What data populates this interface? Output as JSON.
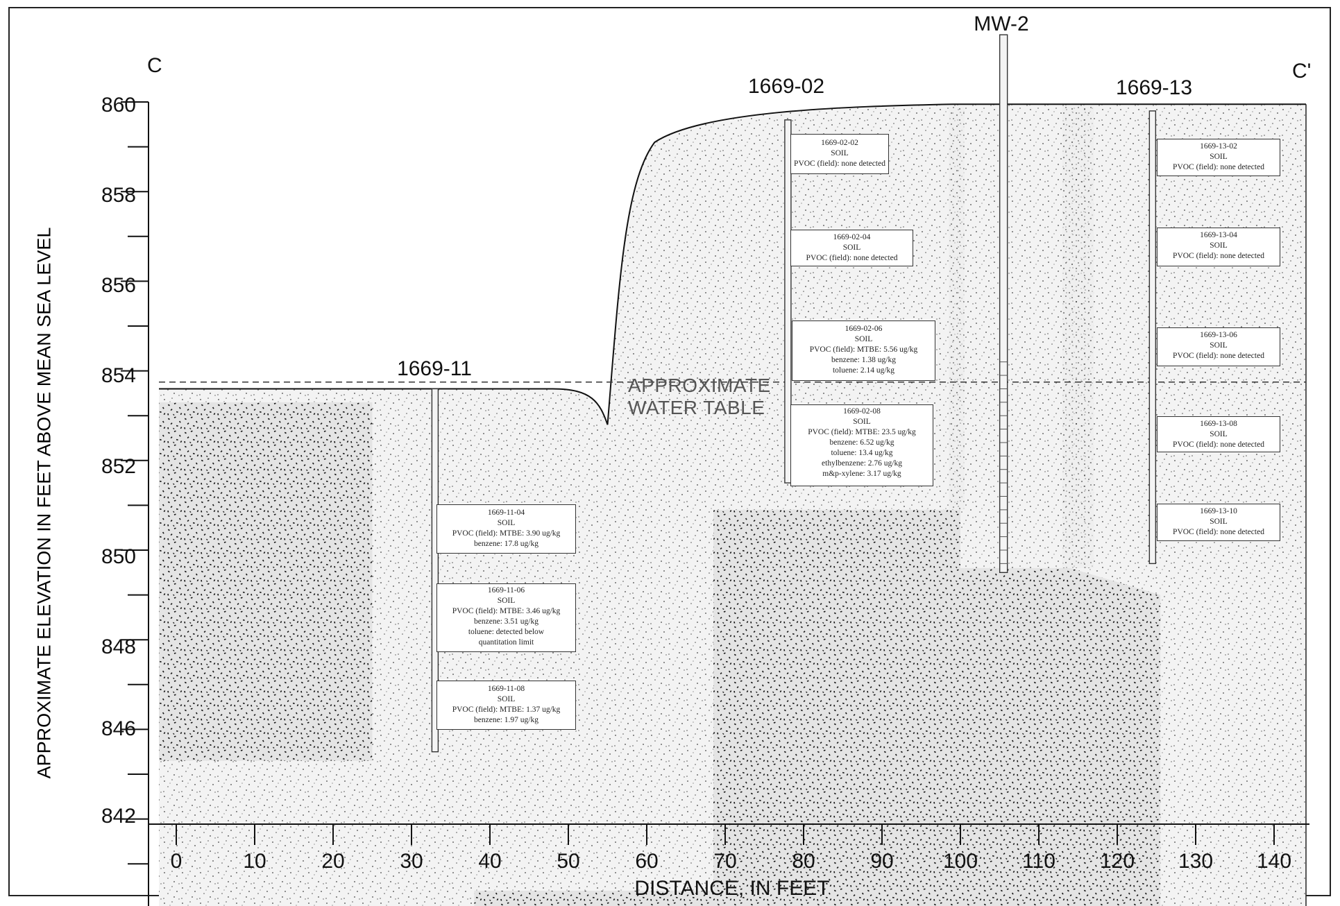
{
  "section": {
    "left_label": "C",
    "right_label": "C'"
  },
  "y_axis": {
    "label": "APPROXIMATE ELEVATION IN FEET ABOVE MEAN SEA LEVEL",
    "ticks": [
      "860",
      "858",
      "856",
      "854",
      "852",
      "850",
      "848",
      "846",
      "842"
    ],
    "range": [
      842,
      860
    ]
  },
  "x_axis": {
    "label": "DISTANCE, IN FEET",
    "ticks": [
      "0",
      "10",
      "20",
      "30",
      "40",
      "50",
      "60",
      "70",
      "80",
      "90",
      "100",
      "110",
      "120",
      "130",
      "140"
    ],
    "range": [
      0,
      140
    ]
  },
  "water_table": {
    "line1": "APPROXIMATE",
    "line2": "WATER TABLE",
    "elevation": 853.75
  },
  "wells": [
    {
      "name": "1669-11",
      "x": 33,
      "top": 853.6,
      "bottom": 845.5
    },
    {
      "name": "1669-02",
      "x": 78,
      "top": 859.6,
      "bottom": 851.5
    },
    {
      "name": "MW-2",
      "x": 105.5,
      "top": 861.5,
      "bottom": 849.5
    },
    {
      "name": "1669-13",
      "x": 124.5,
      "top": 859.8,
      "bottom": 849.7
    }
  ],
  "samples": [
    {
      "id": "1669-11-04",
      "lines": [
        "1669-11-04",
        "SOIL",
        "PVOC (field): MTBE: 3.90 ug/kg",
        "benzene: 17.8 ug/kg"
      ]
    },
    {
      "id": "1669-11-06",
      "lines": [
        "1669-11-06",
        "SOIL",
        "PVOC (field): MTBE: 3.46 ug/kg",
        "benzene: 3.51 ug/kg",
        "toluene: detected below",
        "quantitation limit"
      ]
    },
    {
      "id": "1669-11-08",
      "lines": [
        "1669-11-08",
        "SOIL",
        "PVOC (field): MTBE: 1.37 ug/kg",
        "benzene: 1.97 ug/kg"
      ]
    },
    {
      "id": "1669-02-02",
      "lines": [
        "1669-02-02",
        "SOIL",
        "PVOC (field): none detected"
      ]
    },
    {
      "id": "1669-02-04",
      "lines": [
        "1669-02-04",
        "SOIL",
        "PVOC (field): none detected"
      ]
    },
    {
      "id": "1669-02-06",
      "lines": [
        "1669-02-06",
        "SOIL",
        "PVOC (field): MTBE: 5.56 ug/kg",
        "benzene: 1.38 ug/kg",
        "toluene: 2.14 ug/kg"
      ]
    },
    {
      "id": "1669-02-08",
      "lines": [
        "1669-02-08",
        "SOIL",
        "PVOC (field): MTBE: 23.5 ug/kg",
        "benzene: 6.52 ug/kg",
        "toluene: 13.4 ug/kg",
        "ethylbenzene: 2.76 ug/kg",
        "m&p-xylene: 3.17 ug/kg"
      ]
    },
    {
      "id": "1669-13-02",
      "lines": [
        "1669-13-02",
        "SOIL",
        "PVOC (field): none detected"
      ]
    },
    {
      "id": "1669-13-04",
      "lines": [
        "1669-13-04",
        "SOIL",
        "PVOC (field): none detected"
      ]
    },
    {
      "id": "1669-13-06",
      "lines": [
        "1669-13-06",
        "SOIL",
        "PVOC (field): none detected"
      ]
    },
    {
      "id": "1669-13-08",
      "lines": [
        "1669-13-08",
        "SOIL",
        "PVOC (field): none detected"
      ]
    },
    {
      "id": "1669-13-10",
      "lines": [
        "1669-13-10",
        "SOIL",
        "PVOC (field): none detected"
      ]
    }
  ]
}
